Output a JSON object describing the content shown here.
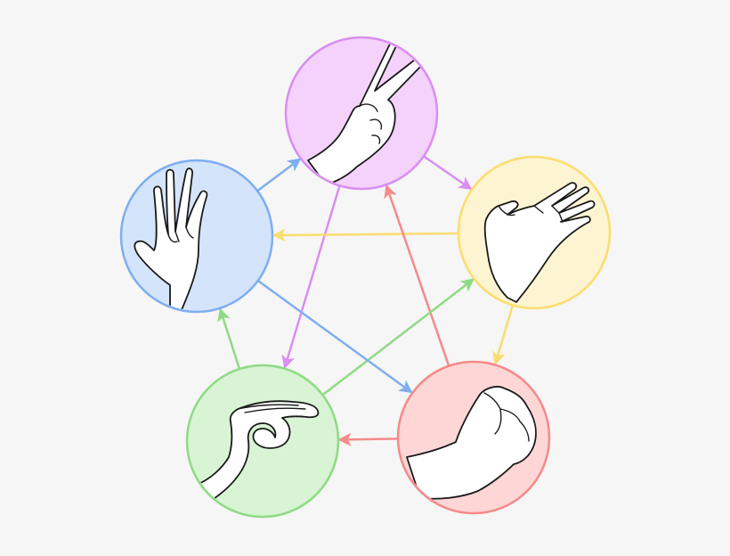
{
  "diagram": {
    "nodes": [
      {
        "id": "scissors",
        "icon": "scissors-hand-icon",
        "fill": "#f4d2fb",
        "stroke": "#d98ef0"
      },
      {
        "id": "paper",
        "icon": "paper-hand-icon",
        "fill": "#fdf4d1",
        "stroke": "#fbdd6e"
      },
      {
        "id": "rock",
        "icon": "rock-hand-icon",
        "fill": "#ffd6d6",
        "stroke": "#f58a8a"
      },
      {
        "id": "lizard",
        "icon": "lizard-hand-icon",
        "fill": "#d8f4d4",
        "stroke": "#8edb83"
      },
      {
        "id": "spock",
        "icon": "spock-hand-icon",
        "fill": "#d4e4fb",
        "stroke": "#7eaef0"
      }
    ],
    "edges": [
      {
        "from": "scissors",
        "to": "paper",
        "color": "#d98ef0"
      },
      {
        "from": "scissors",
        "to": "lizard",
        "color": "#d98ef0"
      },
      {
        "from": "paper",
        "to": "rock",
        "color": "#fbdd6e"
      },
      {
        "from": "paper",
        "to": "spock",
        "color": "#fbdd6e"
      },
      {
        "from": "rock",
        "to": "lizard",
        "color": "#f58a8a"
      },
      {
        "from": "rock",
        "to": "scissors",
        "color": "#f58a8a"
      },
      {
        "from": "lizard",
        "to": "spock",
        "color": "#8edb83"
      },
      {
        "from": "lizard",
        "to": "paper",
        "color": "#8edb83"
      },
      {
        "from": "spock",
        "to": "scissors",
        "color": "#7eaef0"
      },
      {
        "from": "spock",
        "to": "rock",
        "color": "#7eaef0"
      }
    ]
  }
}
